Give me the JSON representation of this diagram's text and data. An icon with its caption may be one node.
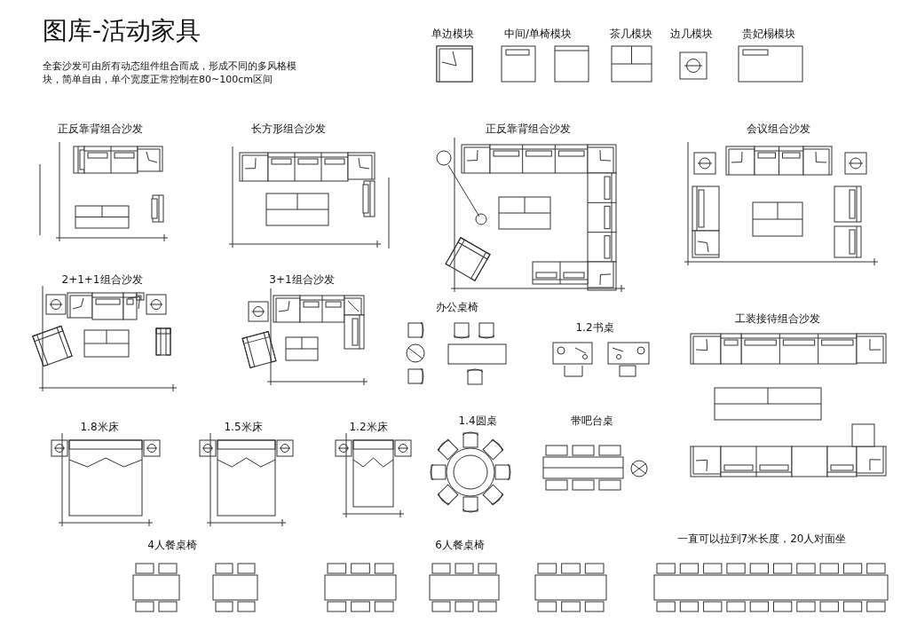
{
  "diagram": {
    "title": "图库-活动家具",
    "labels": [
      "全套沙发可由所有动态组件组合而成，形成不同的多风格模块，简单自由，单个宽度正常控制在80~100cm区间",
      "单边模块",
      "中间/单椅模块",
      "茶几模块",
      "边几模块",
      "贵妃榻模块",
      "正反靠背组合沙发",
      "长方形组合沙发",
      "正反靠背组合沙发",
      "会议组合沙发",
      "2+1+1组合沙发",
      "3+1组合沙发",
      "办公桌椅",
      "1.2书桌",
      "工装接待组合沙发",
      "1.8米床",
      "1.5米床",
      "1.2米床",
      "1.4圆桌",
      "带吧台桌",
      "4人餐桌椅",
      "6人餐桌椅",
      "一直可以拉到7米长度，20人对面坐"
    ]
  }
}
